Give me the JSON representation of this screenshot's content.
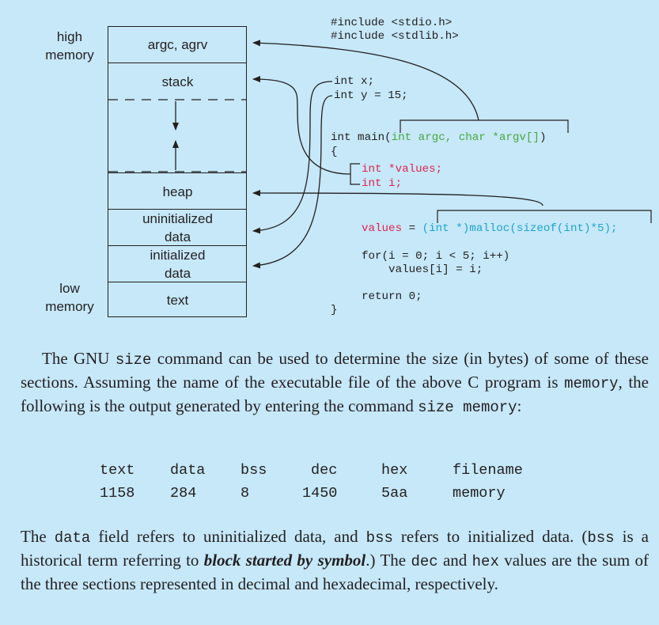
{
  "diagram": {
    "labels": {
      "high_memory": [
        "high",
        "memory"
      ],
      "low_memory": [
        "low",
        "memory"
      ]
    },
    "segments": [
      {
        "name": "argc-segment",
        "lines": [
          "argc, agrv"
        ]
      },
      {
        "name": "stack-segment",
        "lines": [
          "stack"
        ]
      },
      {
        "name": "gap-segment",
        "lines": []
      },
      {
        "name": "heap-segment",
        "lines": [
          "heap"
        ]
      },
      {
        "name": "uninitialized-data-segment",
        "lines": [
          "uninitialized",
          "data"
        ]
      },
      {
        "name": "initialized-data-segment",
        "lines": [
          "initialized",
          "data"
        ]
      },
      {
        "name": "text-segment",
        "lines": [
          "text"
        ]
      }
    ]
  },
  "code": {
    "include1": "#include <stdio.h>",
    "include2": "#include <stdlib.h>",
    "global1": "int x;",
    "global2": "int y = 15;",
    "main_prefix": "int main(",
    "main_args": "int argc, char *argv[]",
    "main_suffix": ")",
    "open_brace": "{",
    "local1": "int *values;",
    "local2": "int i;",
    "assign_lhs": "values",
    "assign_eq": " = ",
    "assign_rhs": "(int *)malloc(sizeof(int)*5);",
    "for_line": "for(i = 0; i < 5; i++)",
    "for_body": "    values[i] = i;",
    "return_line": "return 0;",
    "close_brace": "}"
  },
  "paragraph1": {
    "t1": "The GNU ",
    "c1": "size",
    "t2": " command can be used to determine the size (in bytes) of some of these sections. Assuming the name of the executable file of the above C program is ",
    "c2": "memory",
    "t3": ", the following is the output generated by entering the command ",
    "c3": "size memory",
    "t4": ":"
  },
  "size_table": {
    "headers": [
      "text",
      "data",
      "bss",
      "dec",
      "hex",
      "filename"
    ],
    "row": [
      "1158",
      "284",
      "8",
      "1450",
      "5aa",
      "memory"
    ]
  },
  "paragraph2": {
    "t1": "The ",
    "c1": "data",
    "t2": " field refers to uninitialized data, and ",
    "c2": "bss",
    "t3": " refers to initialized data. (",
    "c3": "bss",
    "t4": " is a historical term referring to ",
    "em": "block started by symbol",
    "t5": ".) The ",
    "c4": "dec",
    "t6": " and ",
    "c5": "hex",
    "t7": " values are the sum of the three sections represented in decimal and hexadecimal, respectively."
  },
  "colors": {
    "background": "#c6e8f8",
    "ink": "#231f20",
    "parameter_green": "#4aa73e",
    "local_red": "#e0254f",
    "malloc_cyan": "#1fa3cf"
  }
}
